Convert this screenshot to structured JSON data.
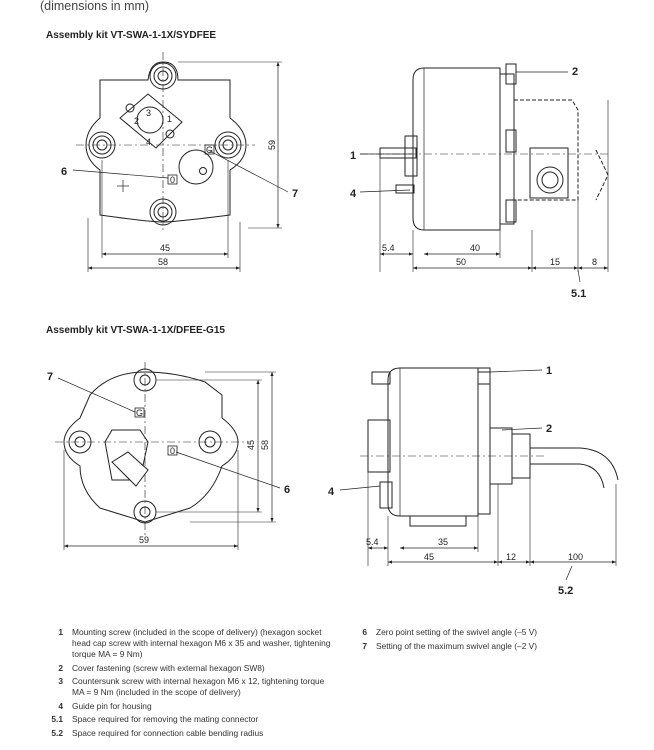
{
  "header": "(dimensions in mm)",
  "section1": {
    "title": "Assembly kit VT-SWA-1-1X/SYDFEE",
    "front": {
      "dims": [
        "45",
        "58",
        "59"
      ],
      "callouts": [
        "6",
        "7"
      ],
      "marks": [
        "1",
        "2",
        "3",
        "4",
        "0",
        "G"
      ]
    },
    "side": {
      "dims": [
        "5.4",
        "40",
        "50",
        "15",
        "8"
      ],
      "callouts": [
        "1",
        "2",
        "4",
        "5.1"
      ]
    }
  },
  "section2": {
    "title": "Assembly kit VT-SWA-1-1X/DFEE-G15",
    "front": {
      "dims": [
        "59",
        "45",
        "58"
      ],
      "callouts": [
        "7",
        "6"
      ],
      "marks": [
        "G",
        "0"
      ]
    },
    "side": {
      "dims": [
        "5.4",
        "35",
        "45",
        "12",
        "100"
      ],
      "callouts": [
        "1",
        "2",
        "4",
        "5.2"
      ]
    }
  },
  "legend_left": [
    {
      "key": "1",
      "text": "Mounting screw (included in the scope of delivery) (hexagon socket head cap screw with internal hexagon M6 x 35 and washer, tightening torque MA = 9 Nm)"
    },
    {
      "key": "2",
      "text": "Cover fastening (screw with external hexagon SW8)"
    },
    {
      "key": "3",
      "text": "Countersunk screw with internal hexagon M6 x 12, tightening torque MA = 9 Nm (included in the scope of delivery)"
    },
    {
      "key": "4",
      "text": "Guide pin for housing"
    },
    {
      "key": "5.1",
      "text": "Space required for removing the mating connector"
    },
    {
      "key": "5.2",
      "text": "Space required for connection cable bending radius"
    }
  ],
  "legend_right": [
    {
      "key": "6",
      "text": "Zero point setting of the swivel angle (–5 V)"
    },
    {
      "key": "7",
      "text": "Setting of the maximum swivel angle (–2 V)"
    }
  ]
}
